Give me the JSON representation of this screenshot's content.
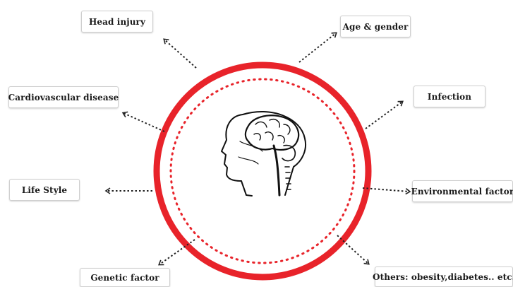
{
  "factors": [
    {
      "id": "head-injury",
      "label": "Head injury"
    },
    {
      "id": "age-gender",
      "label": "Age & gender"
    },
    {
      "id": "cardiovascular-disease",
      "label": "Cardiovascular disease"
    },
    {
      "id": "infection",
      "label": "Infection"
    },
    {
      "id": "life-style",
      "label": "Life Style"
    },
    {
      "id": "environmental-factor",
      "label": "Environmental factor"
    },
    {
      "id": "genetic-factor",
      "label": "Genetic factor"
    },
    {
      "id": "others",
      "label": "Others: obesity,diabetes.. etc."
    }
  ],
  "colors": {
    "ring": "#e8232a",
    "arrow": "#222222",
    "box_border": "#cfcfcf"
  },
  "icons": {
    "center": "brain-head-anatomy-icon",
    "connector": "dotted-arrow-icon"
  }
}
